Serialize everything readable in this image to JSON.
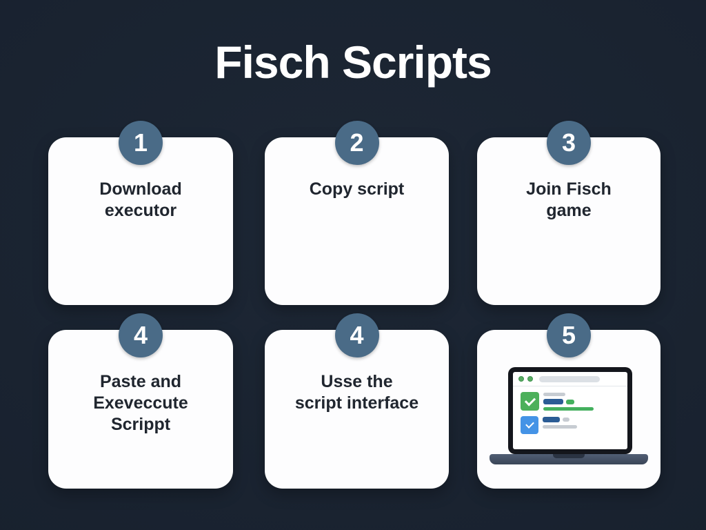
{
  "title": "Fisch Scripts",
  "cards": [
    {
      "badge": "1",
      "label": "Download\nexecutor"
    },
    {
      "badge": "2",
      "label": "Copy script"
    },
    {
      "badge": "3",
      "label": "Join Fisch\ngame"
    },
    {
      "badge": "4",
      "label": "Paste and\nExeveccute\nScrippt"
    },
    {
      "badge": "4",
      "label": "Usse the\nscript interface"
    },
    {
      "badge": "5",
      "label": ""
    }
  ],
  "colors": {
    "background": "#18212e",
    "card": "#fdfdfe",
    "badge": "#4a6b87",
    "card_text": "#20262f",
    "title_text": "#ffffff",
    "check_green": "#4cb05b",
    "check_blue": "#4493e6",
    "bar_blue": "#2b5c95",
    "bar_green": "#44b05e",
    "bar_grey": "#c7ccd2",
    "laptop_bezel": "#14161c",
    "laptop_base": "#46536a"
  }
}
